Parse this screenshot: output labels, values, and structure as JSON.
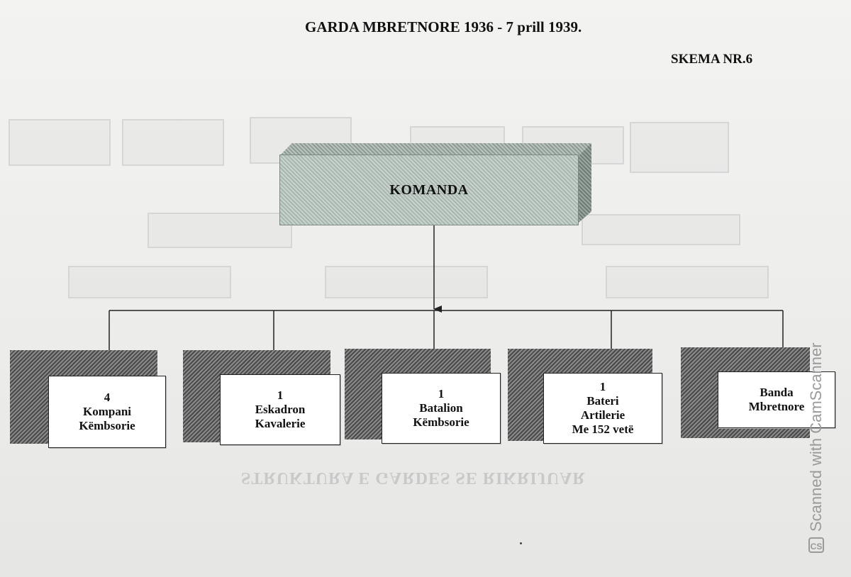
{
  "header": {
    "title": "GARDA MBRETNORE  1936 -  7 prill 1939.",
    "scheme": "SKEMA NR.6"
  },
  "root": {
    "label": "KOMANDA"
  },
  "units": [
    {
      "lines": [
        "4",
        "Kompani",
        "Këmbsorie"
      ]
    },
    {
      "lines": [
        "1",
        "Eskadron",
        "Kavalerie"
      ]
    },
    {
      "lines": [
        "1",
        "Batalion",
        "Këmbsorie"
      ]
    },
    {
      "lines": [
        "1",
        "Bateri",
        "Artilerie",
        "Me 152  vetë"
      ]
    },
    {
      "lines": [
        "Banda",
        "Mbretnore"
      ]
    }
  ],
  "watermark": {
    "text": "Scanned with CamScanner",
    "logo": "CS"
  },
  "colors": {
    "komanda_fill": "#b9c4be",
    "shadow": "#5a5a5a",
    "line": "#222222"
  }
}
